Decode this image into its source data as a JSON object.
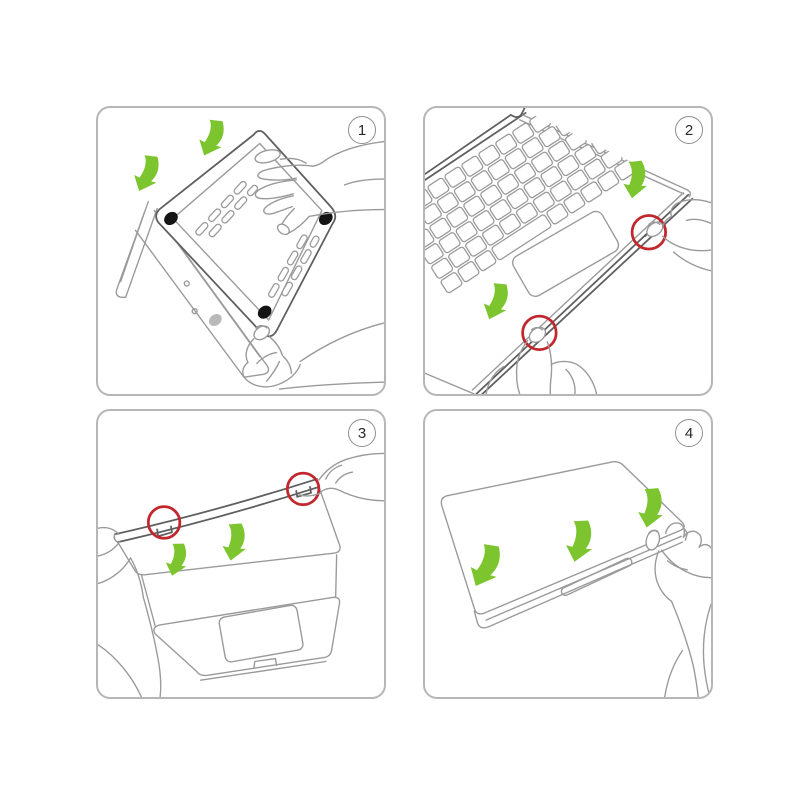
{
  "page": {
    "background": "#ffffff",
    "layout": "2x2-instruction-grid"
  },
  "colors": {
    "panel-border": "#b6b6b6",
    "line": "#9a9a9a",
    "line-dark": "#5f5f5f",
    "arrow-green": "#7cc52f",
    "highlight-red": "#c1272d",
    "foot-black": "#141414",
    "foot-gray": "#b9b9b9",
    "badge-border": "#8f8f8f",
    "badge-text": "#2a2a2a"
  },
  "steps": [
    {
      "number": "1",
      "illustration": "press-bottom-case-onto-inverted-laptop",
      "green_arrows": 2,
      "red_circles": 0
    },
    {
      "number": "2",
      "illustration": "snap-front-edge-clips-at-palm-rest",
      "green_arrows": 2,
      "red_circles": 2
    },
    {
      "number": "3",
      "illustration": "hook-top-cover-clips-onto-screen-lid",
      "green_arrows": 2,
      "red_circles": 2
    },
    {
      "number": "4",
      "illustration": "press-closed-lid-edge-to-seat-cover",
      "green_arrows": 3,
      "red_circles": 0
    }
  ]
}
